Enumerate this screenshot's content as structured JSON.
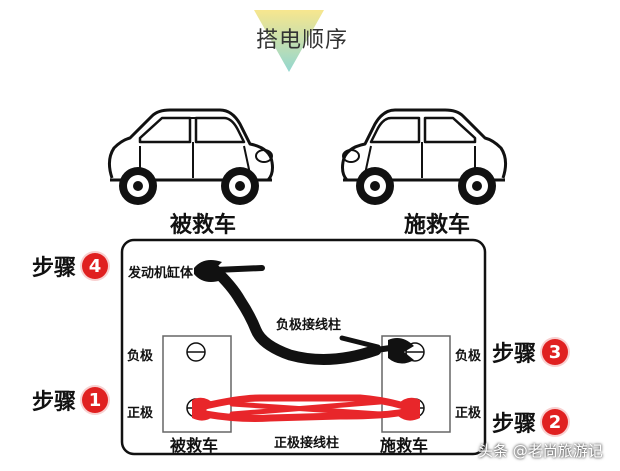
{
  "title": "搭电顺序",
  "cars": {
    "left_label": "被救车",
    "right_label": "施救车"
  },
  "steps": [
    {
      "label": "步骤",
      "num": "4"
    },
    {
      "label": "步骤",
      "num": "1"
    },
    {
      "label": "步骤",
      "num": "3"
    },
    {
      "label": "步骤",
      "num": "2"
    }
  ],
  "diagram": {
    "engine_label": "发动机缸体",
    "neg_post_label": "负极接线柱",
    "pos_post_label": "正极接线柱",
    "neg_left": "负极",
    "pos_left": "正极",
    "neg_right": "负极",
    "pos_right": "正极",
    "battery_left_label": "被救车",
    "battery_right_label": "施救车"
  },
  "watermark": "头条 @老尚旅游记",
  "colors": {
    "positive_cable": "#e8262a",
    "negative_cable": "#111111",
    "badge": "#e02020",
    "title_triangle_top": "#f7e27a",
    "title_triangle_bottom": "#8fd3c7"
  }
}
